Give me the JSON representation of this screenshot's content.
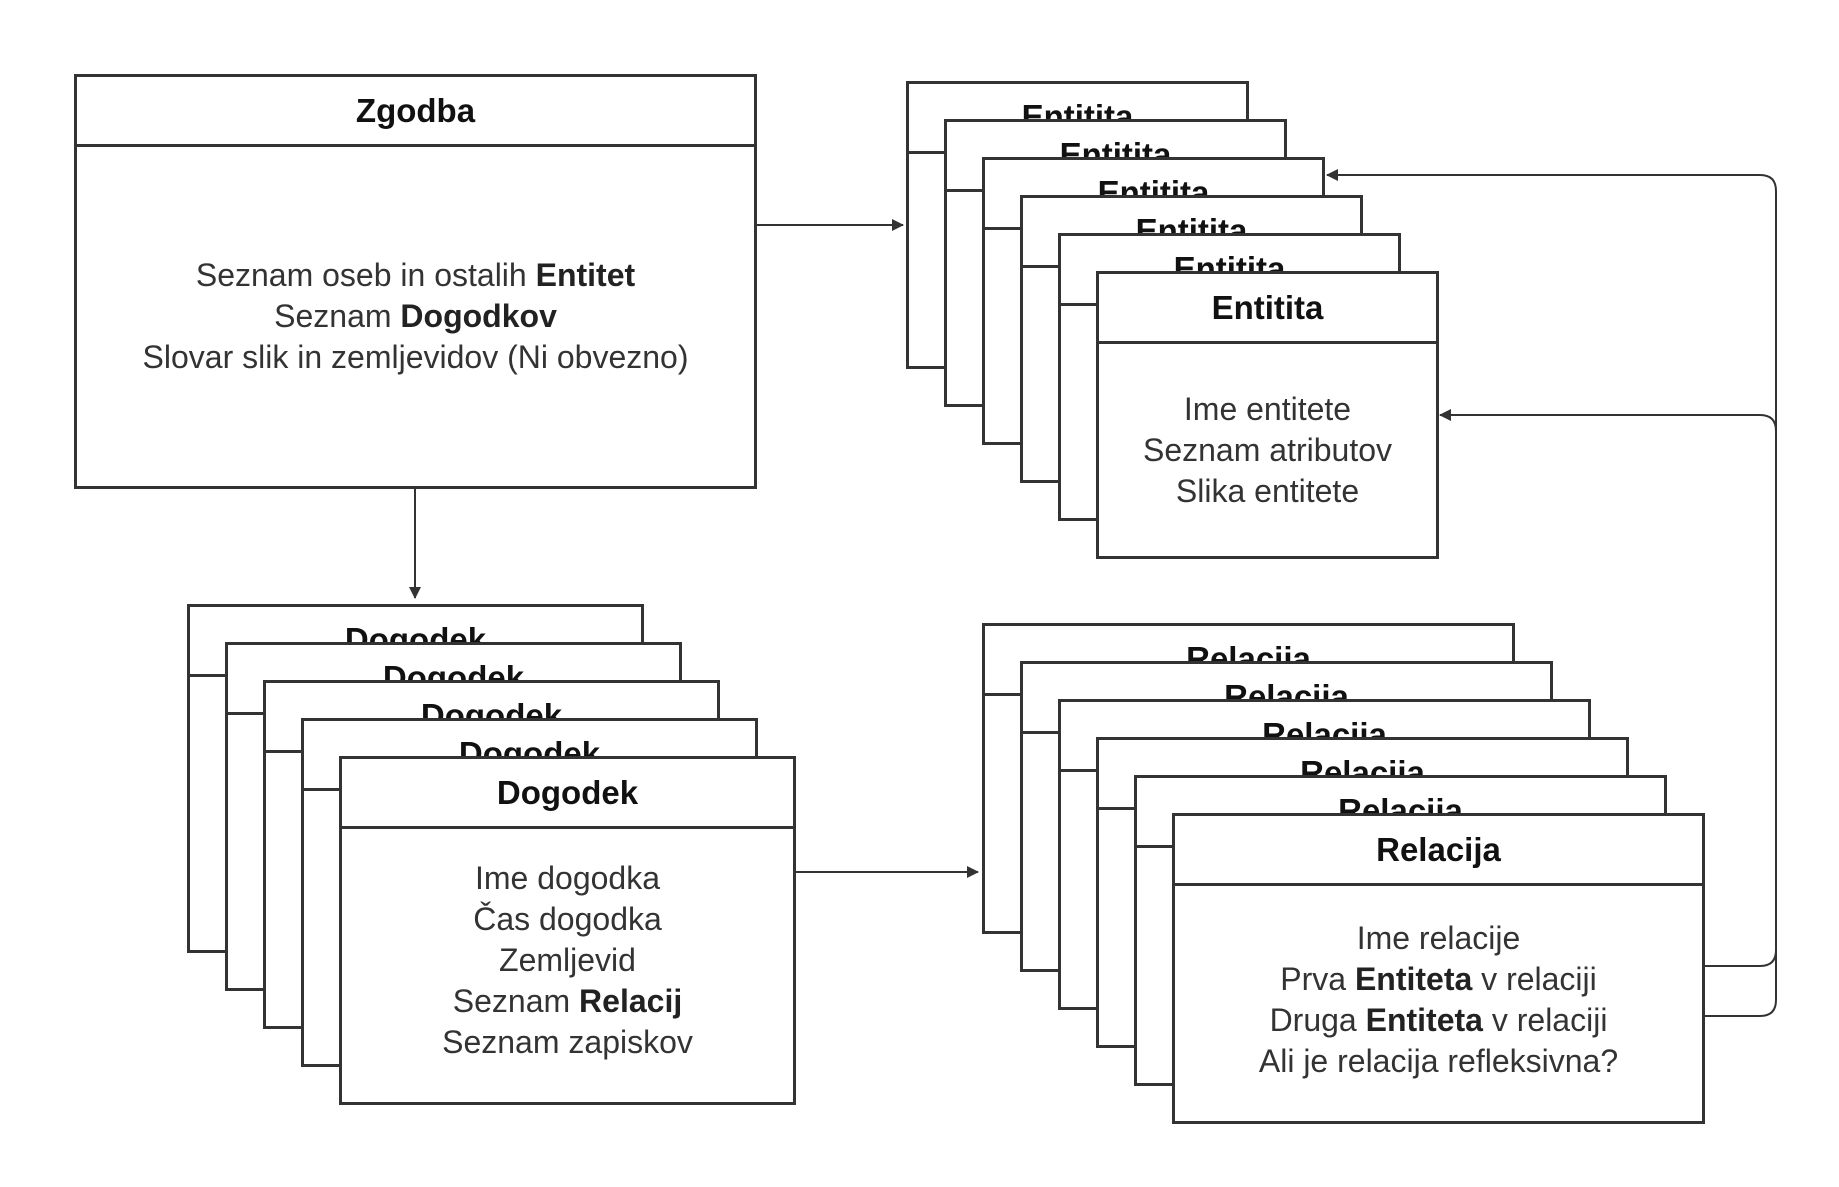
{
  "zgodba": {
    "title": "Zgodba",
    "line1_pre": "Seznam oseb in ostalih ",
    "line1_bold": "Entitet",
    "line2_pre": "Seznam ",
    "line2_bold": "Dogodkov",
    "line3": "Slovar slik in zemljevidov (Ni obvezno)"
  },
  "entiteta": {
    "title": "Entitita",
    "line1": "Ime entitete",
    "line2": "Seznam atributov",
    "line3": "Slika entitete"
  },
  "dogodek": {
    "title": "Dogodek",
    "line1": "Ime dogodka",
    "line2": "Čas dogodka",
    "line3": "Zemljevid",
    "line4_pre": "Seznam ",
    "line4_bold": "Relacij",
    "line5": "Seznam zapiskov"
  },
  "relacija": {
    "title": "Relacija",
    "line1": "Ime relacije",
    "line2_pre": "Prva ",
    "line2_bold": "Entiteta",
    "line2_post": " v relaciji",
    "line3_pre": "Druga ",
    "line3_bold": "Entiteta",
    "line3_post": " v relaciji",
    "line4": "Ali je relacija refleksivna?"
  }
}
